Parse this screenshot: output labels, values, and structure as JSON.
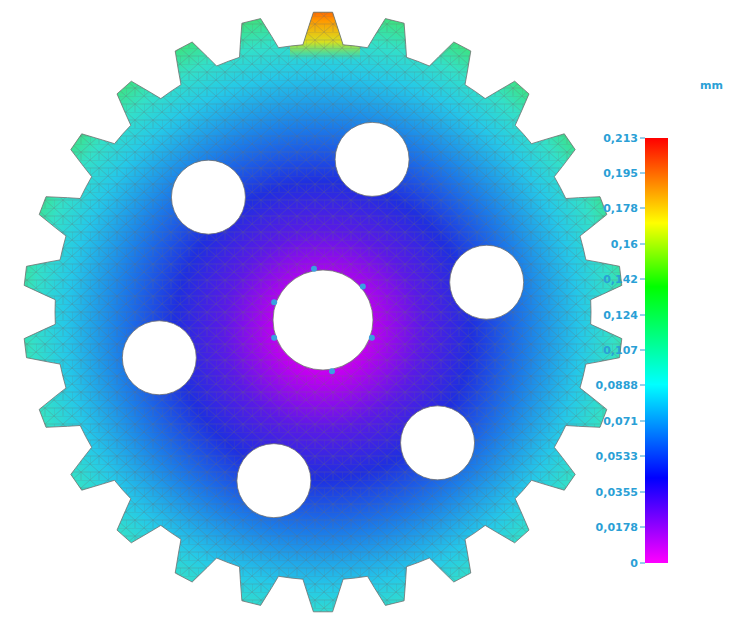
{
  "diagram": {
    "labels": [
      "mm",
      "0,213",
      "0,195",
      "0,178",
      "0,16",
      "0,142",
      "0,124",
      "0,107",
      "0,0888",
      "0,071",
      "0,0533",
      "0,0355",
      "0,0178",
      "0"
    ]
  }
}
